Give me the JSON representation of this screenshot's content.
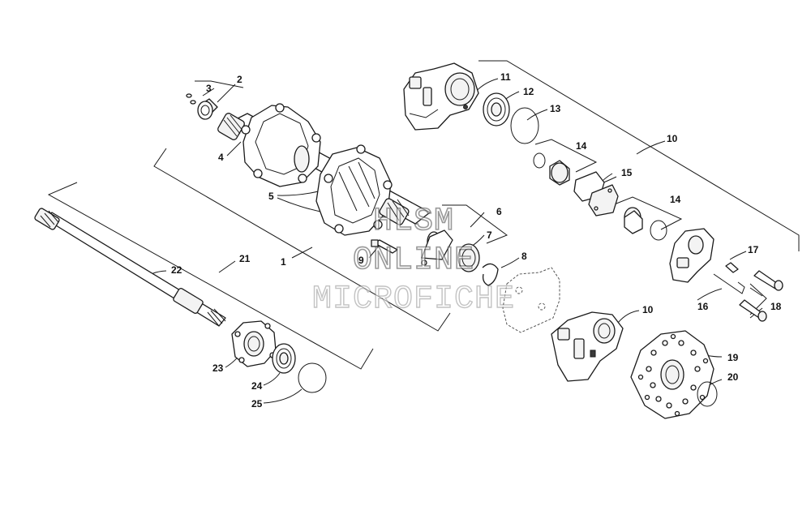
{
  "diagram": {
    "callouts": [
      "1",
      "2",
      "3",
      "4",
      "5",
      "6",
      "7",
      "8",
      "9",
      "10",
      "10",
      "11",
      "12",
      "13",
      "14",
      "14",
      "15",
      "16",
      "17",
      "18",
      "19",
      "20",
      "21",
      "22",
      "23",
      "24",
      "25"
    ]
  },
  "watermark": {
    "line1": "HLSM",
    "line2": "ONLINE",
    "line3": "MICROFICHE"
  }
}
